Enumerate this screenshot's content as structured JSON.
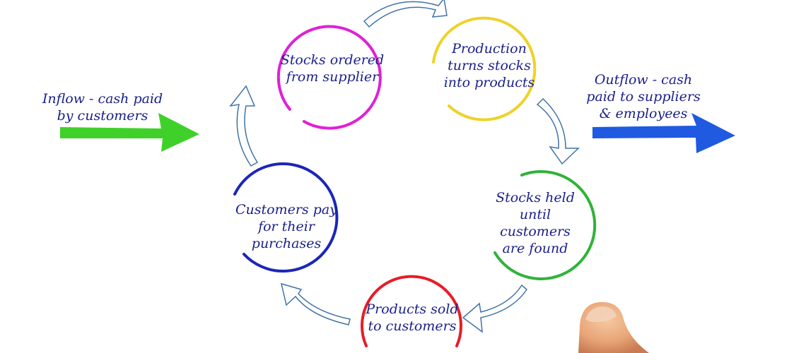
{
  "inflow": {
    "lines": [
      "Inflow - cash paid",
      "by customers"
    ],
    "arrow_color": "#3fd12a",
    "direction": "right"
  },
  "outflow": {
    "lines": [
      "Outflow - cash",
      "paid to suppliers",
      "& employees"
    ],
    "arrow_color": "#1f5ae0",
    "direction": "right"
  },
  "cycle": [
    {
      "lines": [
        "Stocks ordered",
        "from supplier"
      ],
      "color": "#e020d6"
    },
    {
      "lines": [
        "Production",
        "turns stocks",
        "into products"
      ],
      "color": "#efd22a"
    },
    {
      "lines": [
        "Stocks held",
        "until",
        "customers",
        "are found"
      ],
      "color": "#2fb338"
    },
    {
      "lines": [
        "Products sold",
        "to customers"
      ],
      "color": "#e81c28"
    },
    {
      "lines": [
        "Customers pay",
        "for their",
        "purchases"
      ],
      "color": "#1c26b8"
    }
  ],
  "cycle_arrow_color": "#3f73a6",
  "text_color": "#1a1f8a",
  "pointer": "finger"
}
